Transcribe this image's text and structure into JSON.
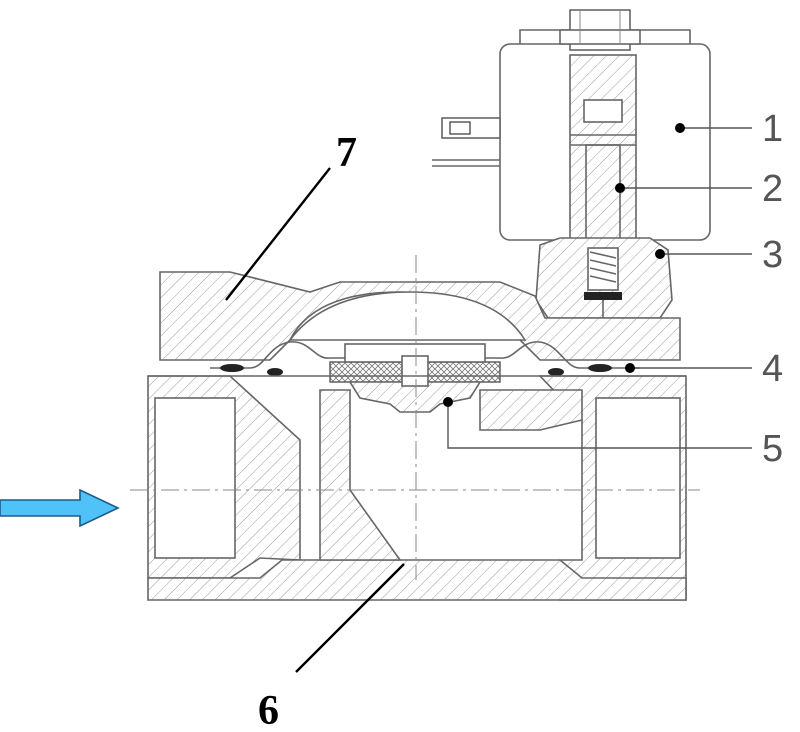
{
  "diagram": {
    "callouts": [
      {
        "id": "1",
        "label": "1"
      },
      {
        "id": "2",
        "label": "2"
      },
      {
        "id": "3",
        "label": "3"
      },
      {
        "id": "4",
        "label": "4"
      },
      {
        "id": "5",
        "label": "5"
      },
      {
        "id": "6",
        "label": "6"
      },
      {
        "id": "7",
        "label": "7"
      }
    ],
    "colors": {
      "line": "#666666",
      "flow_arrow_fill": "#4fc3f7",
      "flow_arrow_stroke": "#1e5a8a",
      "background": "#ffffff"
    },
    "icons": {
      "flow_direction": "arrow-right-icon"
    }
  }
}
